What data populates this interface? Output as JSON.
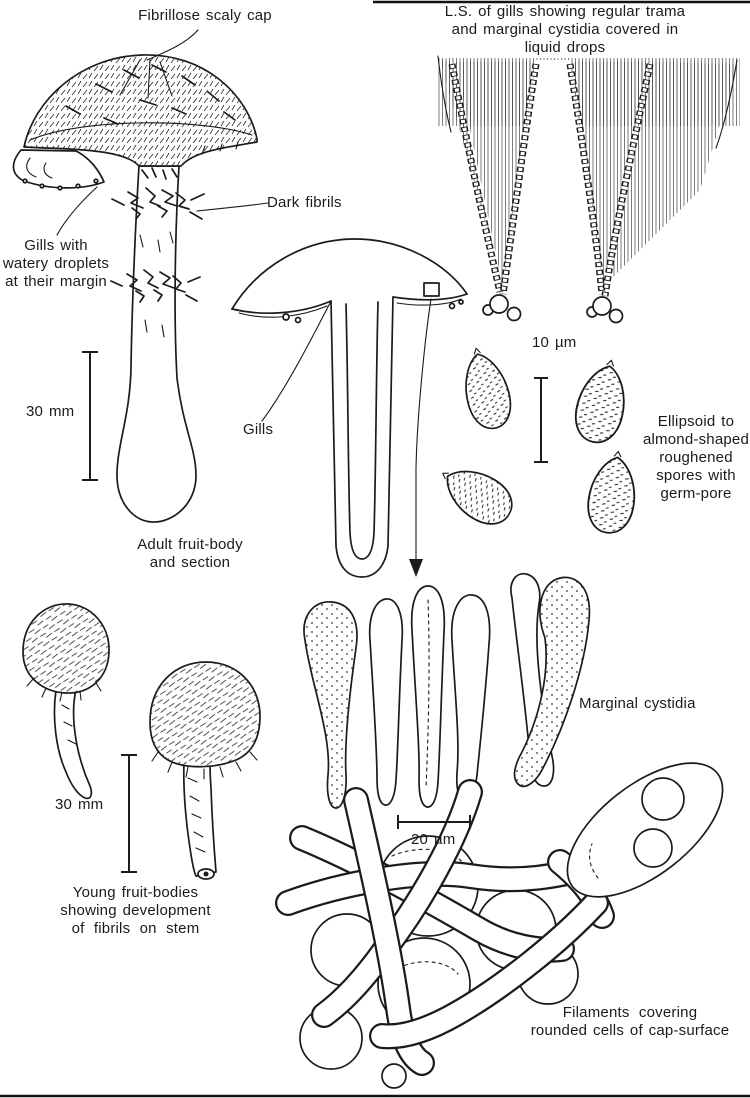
{
  "page": {
    "background": "#ffffff",
    "ink": "#1b1b1b"
  },
  "adult": {
    "cap_label": "Fibrillose scaly cap",
    "fibrils_label": "Dark fibrils",
    "gill_drops_label": [
      "Gills with",
      "watery droplets",
      "at their margin"
    ],
    "scale": "30 mm",
    "caption": [
      "Adult fruit-body",
      "and section"
    ]
  },
  "gill_section": {
    "caption": [
      "L.S. of gills showing regular trama",
      "and marginal cystidia covered in",
      "liquid drops"
    ]
  },
  "section_view": {
    "gills_label": "Gills"
  },
  "spores": {
    "scale": "10 µm",
    "caption": [
      "Ellipsoid to",
      "almond-shaped",
      "roughened",
      "spores with",
      "germ-pore"
    ]
  },
  "cystidia": {
    "label": "Marginal cystidia",
    "scale": "20 µm"
  },
  "young": {
    "scale": "30 mm",
    "caption": [
      "Young fruit-bodies",
      "showing development",
      "of fibrils on stem"
    ]
  },
  "filaments": {
    "caption": [
      "Filaments covering",
      "rounded cells of cap-surface"
    ]
  }
}
